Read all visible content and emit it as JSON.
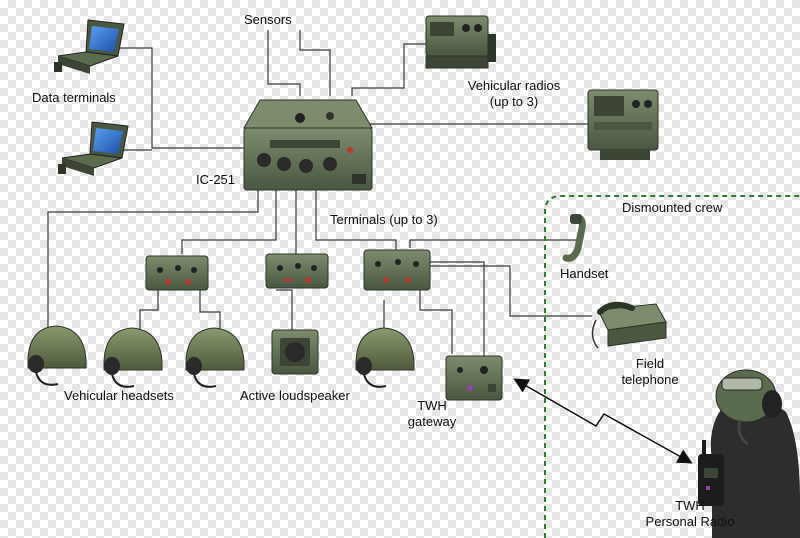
{
  "labels": {
    "sensors": "Sensors",
    "data_terminals": "Data terminals",
    "vehicular_radios_1": "Vehicular radios",
    "vehicular_radios_2": "(up to 3)",
    "ic251": "IC-251",
    "dismounted_crew": "Dismounted crew",
    "terminals": "Terminals (up to 3)",
    "handset": "Handset",
    "field_telephone_1": "Field",
    "field_telephone_2": "telephone",
    "vehicular_headsets": "Vehicular headsets",
    "active_loudspeaker": "Active loudspeaker",
    "twh_gateway_1": "TWH",
    "twh_gateway_2": "gateway",
    "twh_radio_1": "TWH",
    "twh_radio_2": "Personal Radio"
  },
  "colors": {
    "line": "#3a3a3a",
    "equipment_green": "#5b6b4e",
    "equipment_dark": "#3d4636",
    "dashed_border": "#2e7d32",
    "laptop_screen": "#2e6fd0"
  }
}
